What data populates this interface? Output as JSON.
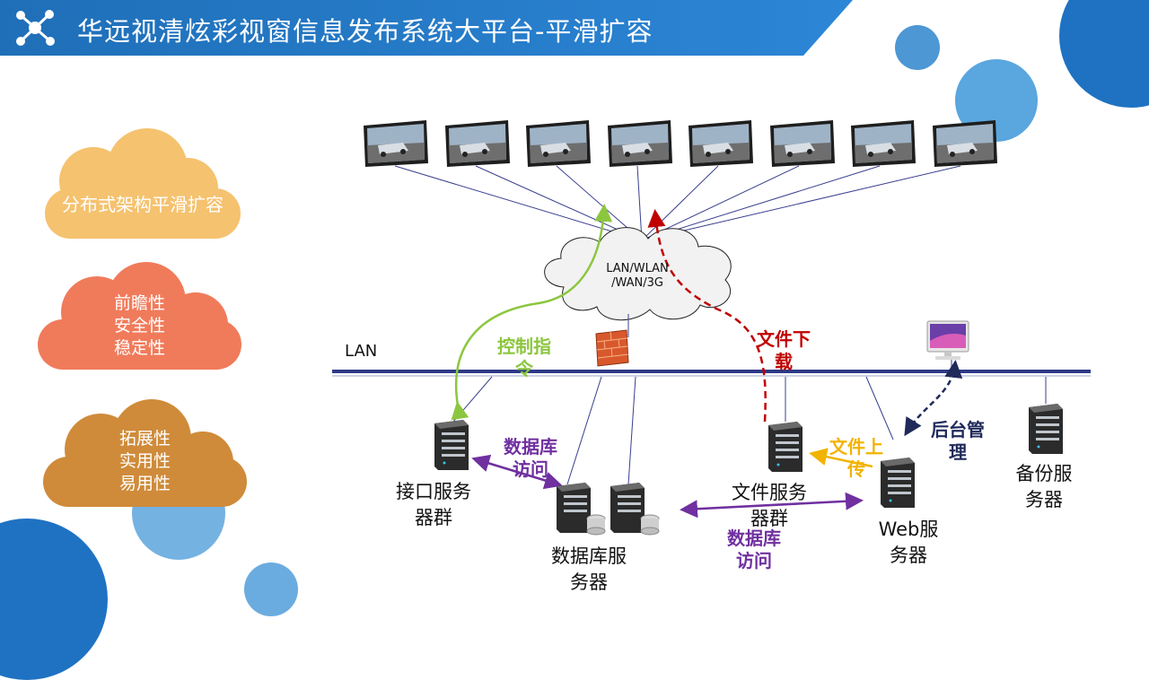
{
  "header": {
    "title": "华远视清炫彩视窗信息发布系统大平台-平滑扩容",
    "logo_icon": "network-nodes-icon"
  },
  "clouds": [
    {
      "lines": [
        "分布式架构平滑扩容"
      ],
      "color": "#F5C26F"
    },
    {
      "lines": [
        "前瞻性",
        "安全性",
        "稳定性"
      ],
      "color": "#F07B5B"
    },
    {
      "lines": [
        "拓展性",
        "实用性",
        "易用性"
      ],
      "color": "#CF8B3A"
    }
  ],
  "diagram": {
    "network_cloud": {
      "line1": "LAN/WLAN",
      "line2": "/WAN/3G"
    },
    "lan_label": "LAN",
    "display_count": 8,
    "devices": {
      "interface_servers": {
        "line1": "接口服务",
        "line2": "器群"
      },
      "database_servers": {
        "line1": "数据库服",
        "line2": "务器"
      },
      "file_servers": {
        "line1": "文件服务",
        "line2": "器群"
      },
      "web_server": {
        "line1": "Web服",
        "line2": "务器"
      },
      "backup_server": {
        "line1": "备份服",
        "line2": "务器"
      }
    },
    "flows": {
      "control": {
        "line1": "控制指",
        "line2": "令",
        "color": "#8CC63F"
      },
      "db_access_left": {
        "line1": "数据库",
        "line2": "访问",
        "color": "#7030A0"
      },
      "db_access_bottom": {
        "line1": "数据库",
        "line2": "访问",
        "color": "#7030A0"
      },
      "file_download": {
        "line1": "文件下",
        "line2": "载",
        "color": "#C00000"
      },
      "file_upload": {
        "line1": "文件上",
        "line2": "传",
        "color": "#F2B300"
      },
      "backend_admin": {
        "line1": "后台管",
        "line2": "理",
        "color": "#1F2A5A"
      }
    }
  },
  "colors": {
    "header_blue": "#1F6FB8",
    "lan_line": "#2E3A87"
  }
}
